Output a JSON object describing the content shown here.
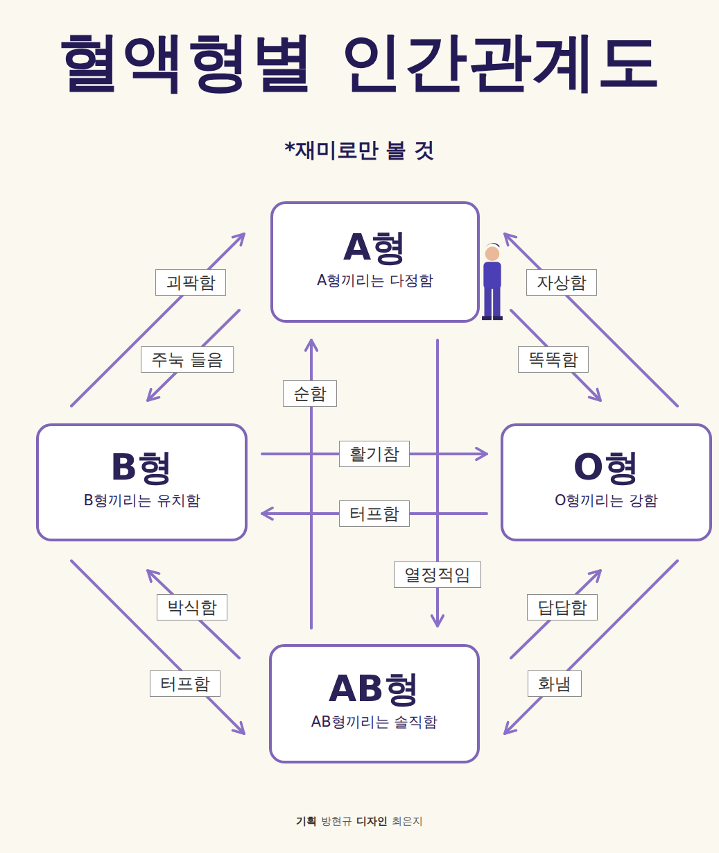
{
  "diagram": {
    "title": "혈액형별 인간관계도",
    "caption": "*재미로만 볼 것",
    "nodes": [
      {
        "text": [
          "A형",
          "A형끼리는 다정함"
        ]
      },
      {
        "text": [
          "B형",
          "B형끼리는 유치함"
        ]
      },
      {
        "text": [
          "O형",
          "O형끼리는 강함"
        ]
      },
      {
        "text": [
          "AB형",
          "AB형끼리는 솔직함"
        ]
      }
    ],
    "edges": [
      {
        "from": 1,
        "to": 0,
        "label": "괴팍함",
        "arrow": "to"
      },
      {
        "from": 0,
        "to": 1,
        "label": "주눅 들음",
        "arrow": "to"
      },
      {
        "from": 2,
        "to": 0,
        "label": "자상함",
        "arrow": "to"
      },
      {
        "from": 0,
        "to": 2,
        "label": "똑똑함",
        "arrow": "to"
      },
      {
        "from": 3,
        "to": 0,
        "label": "순함",
        "arrow": "to"
      },
      {
        "from": 0,
        "to": 3,
        "label": "열정적임",
        "arrow": "to"
      },
      {
        "from": 1,
        "to": 2,
        "label": "활기참",
        "arrow": "to"
      },
      {
        "from": 2,
        "to": 1,
        "label": "터프함",
        "arrow": "to"
      },
      {
        "from": 3,
        "to": 1,
        "label": "박식함",
        "arrow": "to"
      },
      {
        "from": 1,
        "to": 3,
        "label": "터프함",
        "arrow": "to"
      },
      {
        "from": 3,
        "to": 2,
        "label": "답답함",
        "arrow": "to"
      },
      {
        "from": 2,
        "to": 3,
        "label": "화냄",
        "arrow": "to"
      }
    ],
    "labels": [
      "기획",
      "방현규",
      "디자인",
      "최은지"
    ]
  }
}
